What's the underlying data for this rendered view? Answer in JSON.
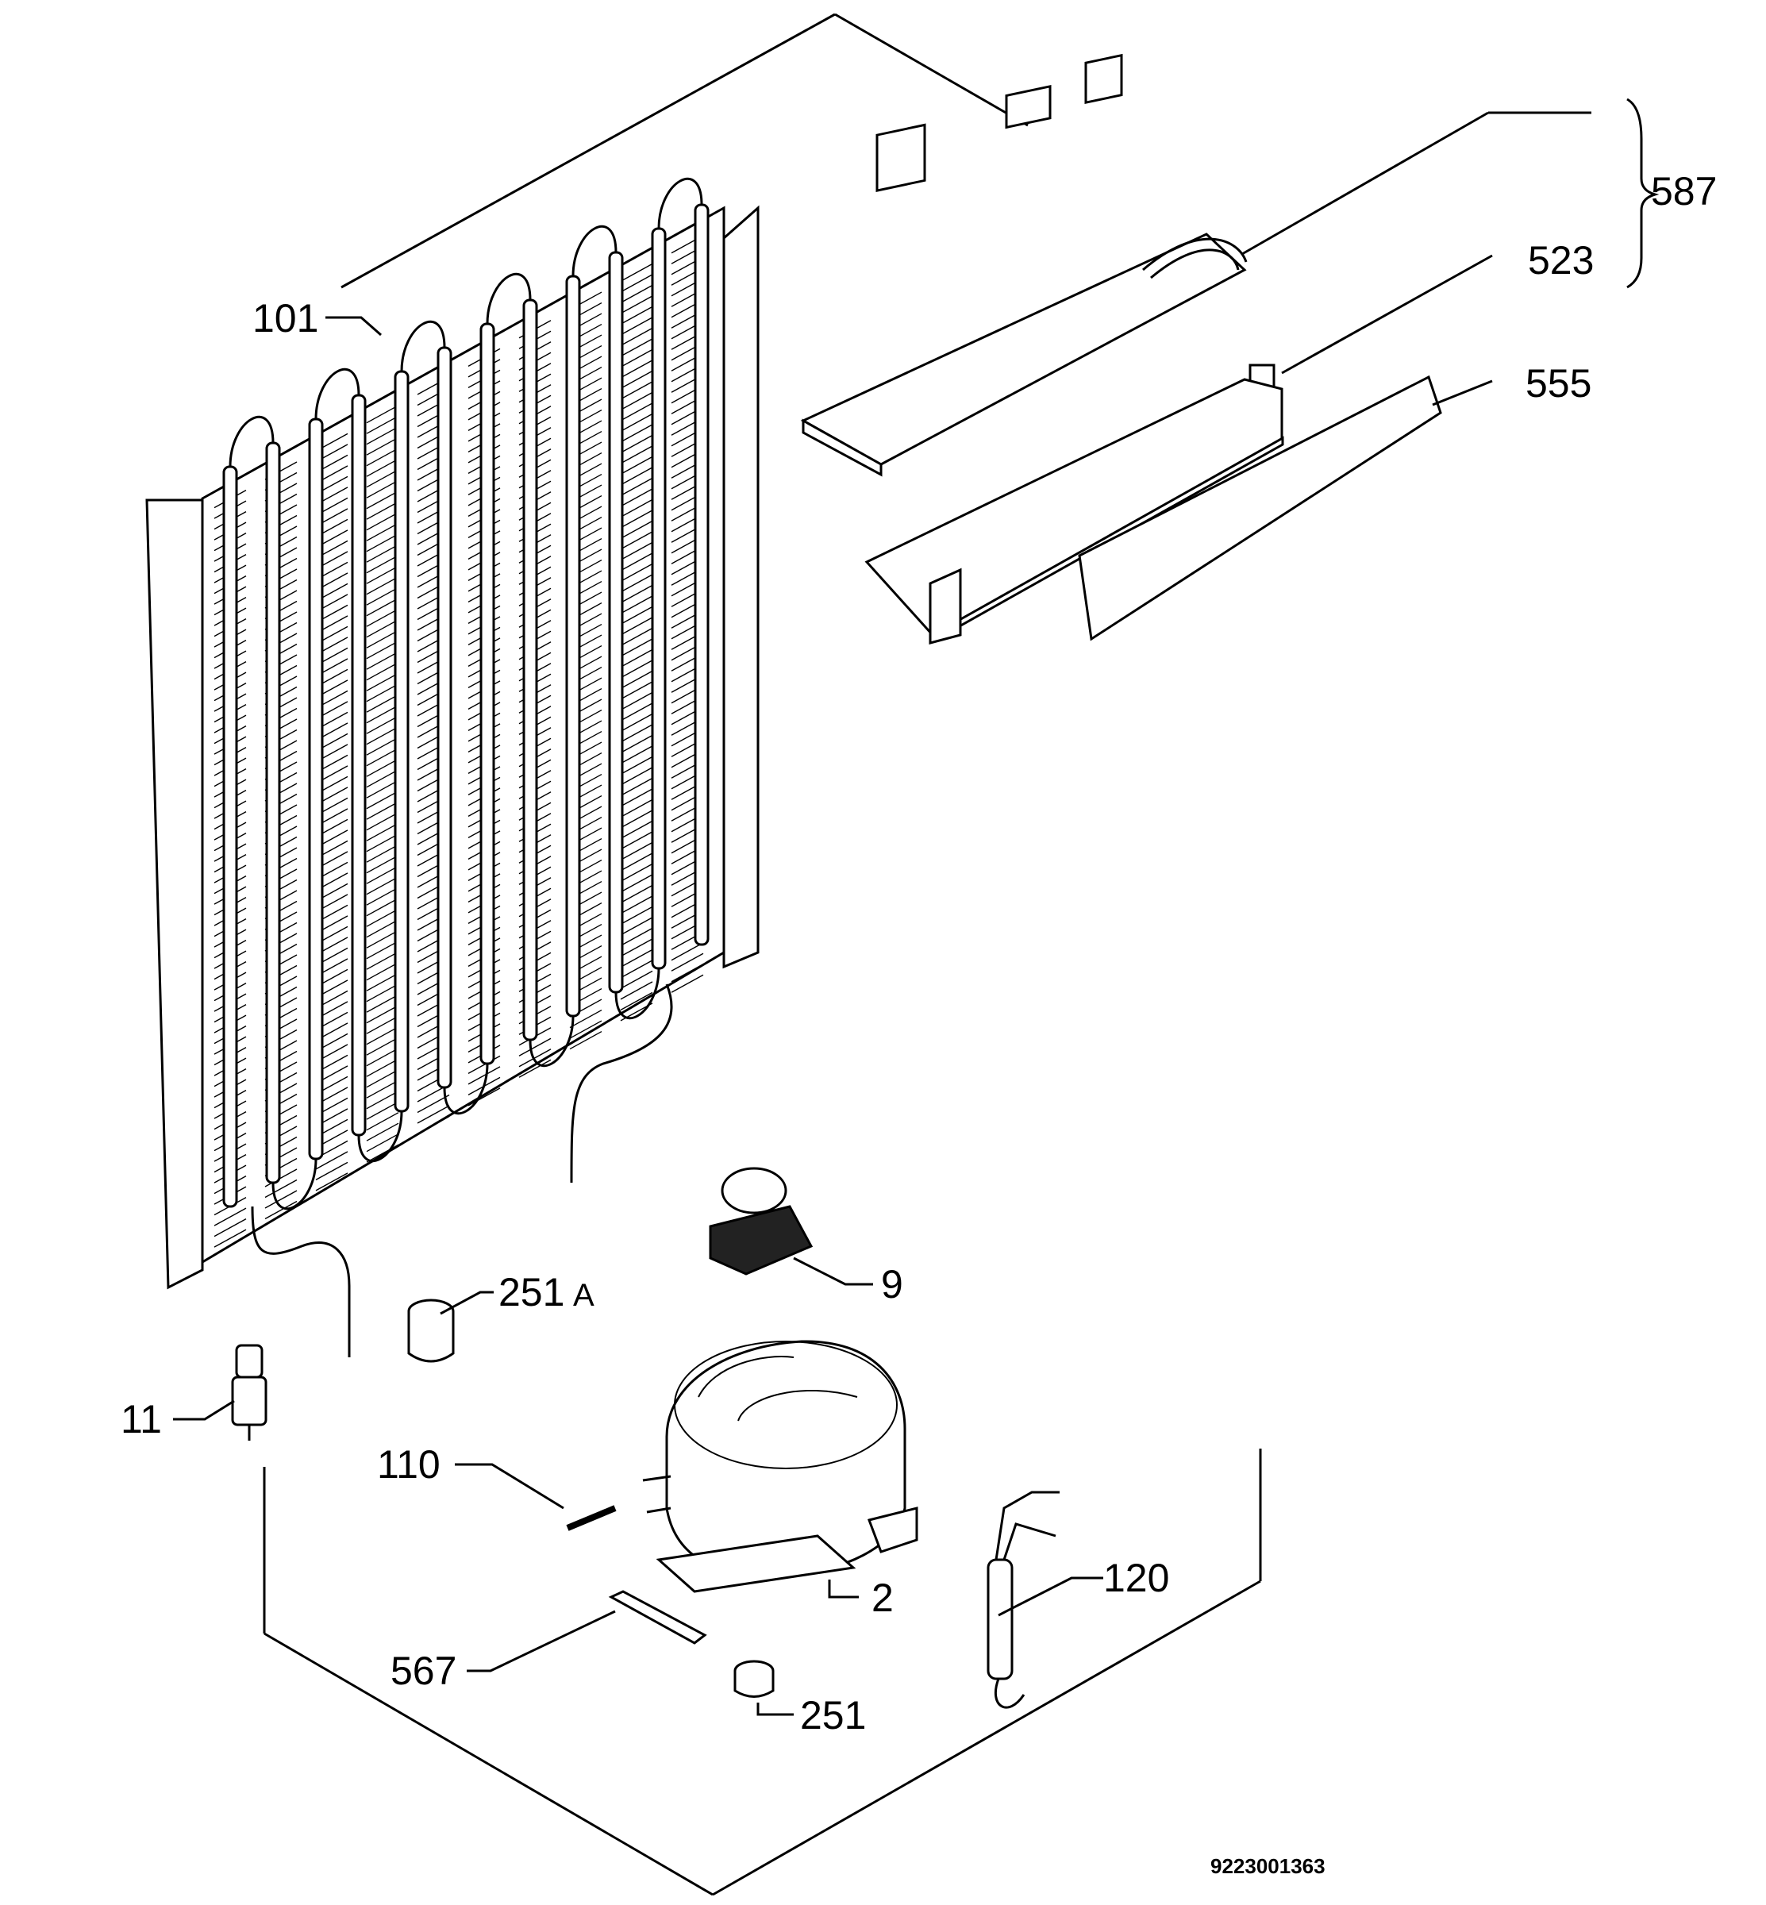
{
  "diagram": {
    "document_number": "9223001363",
    "parts": [
      {
        "id": "condenser",
        "label": "101"
      },
      {
        "id": "control-board-assembly",
        "label": "587"
      },
      {
        "id": "control-board",
        "label": "523"
      },
      {
        "id": "control-panel",
        "label": "555"
      },
      {
        "id": "relay-clamp",
        "label": "9"
      },
      {
        "id": "rubber-grommet-a",
        "label": "251",
        "suffix": "A"
      },
      {
        "id": "thermostat-sensor",
        "label": "11"
      },
      {
        "id": "tube",
        "label": "110"
      },
      {
        "id": "compressor",
        "label": "2"
      },
      {
        "id": "filter-drier",
        "label": "120"
      },
      {
        "id": "mounting-plate",
        "label": "567"
      },
      {
        "id": "rubber-grommet",
        "label": "251"
      }
    ]
  },
  "colors": {
    "line": "#000000",
    "background": "#ffffff"
  }
}
